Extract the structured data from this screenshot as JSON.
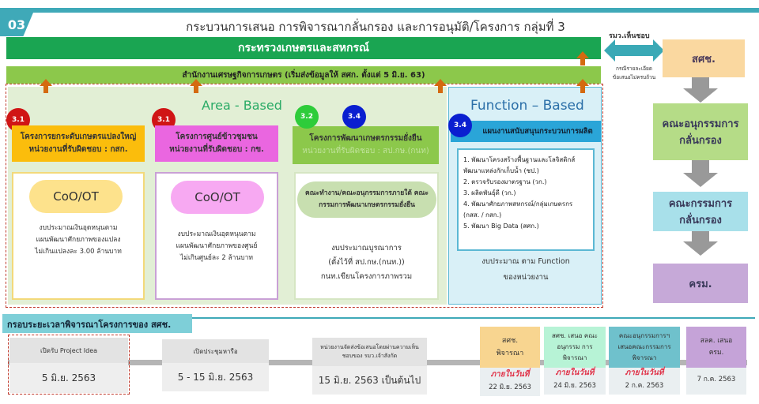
{
  "header": {
    "number": "03",
    "title": "กระบวนการเสนอ การพิจารณากลั่นกรอง และการอนุมัติ/โครงการ กลุ่มที่ 3"
  },
  "ministry_bar": "กระทรวงเกษตรและสหกรณ์",
  "oae_bar": "สำนักงานเศรษฐกิจการเกษตร (เริ่มส่งข้อมูลให้ สศก. ตั้งแต่ 5 มิ.ย. 63)",
  "area_based": {
    "title": "Area - Based",
    "cards": [
      {
        "badges": [
          "3.1"
        ],
        "title": "โครงการยกระดับเกษตรแปลงใหญ่",
        "agency": "หน่วยงานที่รับผิดชอบ : กสก.",
        "pill": "CoO/OT",
        "budget": [
          "งบประมาณเงินอุดหนุนตาม",
          "แผนพัฒนาศักยภาพของแปลง",
          "ไม่เกินแปลงละ 3.00 ล้านบาท"
        ]
      },
      {
        "badges": [
          "3.1"
        ],
        "title": "โครงการศูนย์ข้าวชุมชน",
        "agency": "หน่วยงานที่รับผิดชอบ : กข.",
        "pill": "CoO/OT",
        "budget": [
          "งบประมาณเงินอุดหนุนตาม",
          "แผนพัฒนาศักยภาพของศูนย์",
          "ไม่เกินศูนย์ละ 2 ล้านบาท"
        ]
      },
      {
        "badges": [
          "3.2",
          "3.4"
        ],
        "title": "โครงการพัฒนาเกษตรกรรมยั่งยืน",
        "agency": "หน่วยงานที่รับผิดชอบ : สป.กษ.(กนท)",
        "pill": "คณะทำงาน/คณะอนุกรรมการภายใต้ คณะกรรมการพัฒนาเกษตรกรรมยั่งยืน",
        "budget": [
          "งบประมาณบูรณาการ",
          "(ตั้งไว้ที่ สป.กษ.(กนท.))",
          "กนท.เขียนโครงการภาพรวม"
        ]
      }
    ]
  },
  "function_based": {
    "title": "Function – Based",
    "badge": "3.4",
    "band": "แผนงานสนับสนุนกระบวนการผลิต",
    "items": [
      "1. พัฒนาโครงสร้างพื้นฐานและโลจิสติกส์ พัฒนาแหล่งกักเก็บน้ำ (ชป.)",
      "2. ตรวจรับรองมาตรฐาน (วก.)",
      "3. ผลิตพันธุ์ดี (วก.)",
      "4. พัฒนาศักยภาพสหกรณ์/กลุ่มเกษตรกร (กสส. / กสก.)",
      "5. พัฒนา Big Data (สศก.)"
    ],
    "budget": [
      "งบประมาณ ตาม Function",
      "ของหน่วยงาน"
    ]
  },
  "approval": {
    "minister_label": "รมว.เห็นชอบ",
    "note": [
      "กรณีรายละเอียด",
      "ข้อเสนอไม่ครบถ้วน"
    ],
    "steps": [
      "สศช.",
      "คณะอนุกรรมการ กลั่นกรอง",
      "คณะกรรมการ กลั่นกรอง",
      "ครม."
    ]
  },
  "timeline": {
    "title": "กรอบระยะเวลาพิจารณาโครงการของ สศช.",
    "steps": [
      {
        "label": "เปิดรับ Project Idea",
        "date": "5 มิ.ย. 2563"
      },
      {
        "label": "เปิดประชุมหารือ",
        "date": "5 - 15 มิ.ย. 2563"
      },
      {
        "label": "หน่วยงานจัดส่งข้อเสนอโดยผ่านความเห็นชอบของ รมว.เจ้าสังกัด",
        "date": "15 มิ.ย. 2563 เป็นต้นไป"
      }
    ],
    "deadline_label": "ภายในวันที่",
    "stages": [
      {
        "label": "สศช. พิจารณา",
        "date": "22 มิ.ย. 2563",
        "color": "#f8d590"
      },
      {
        "label": "สศช. เสนอ คณะอนุกรรม การพิจารณา",
        "date": "24 มิ.ย. 2563",
        "color": "#b7f3d6"
      },
      {
        "label": "คณะอนุกรรมการฯ เสนอคณะกรรมการ พิจารณา",
        "date": "2 ก.ค. 2563",
        "color": "#6fc1cc"
      },
      {
        "label": "สลค. เสนอ ครม.",
        "date": "7 ก.ค. 2563",
        "color": "#c5a3d8"
      }
    ]
  }
}
